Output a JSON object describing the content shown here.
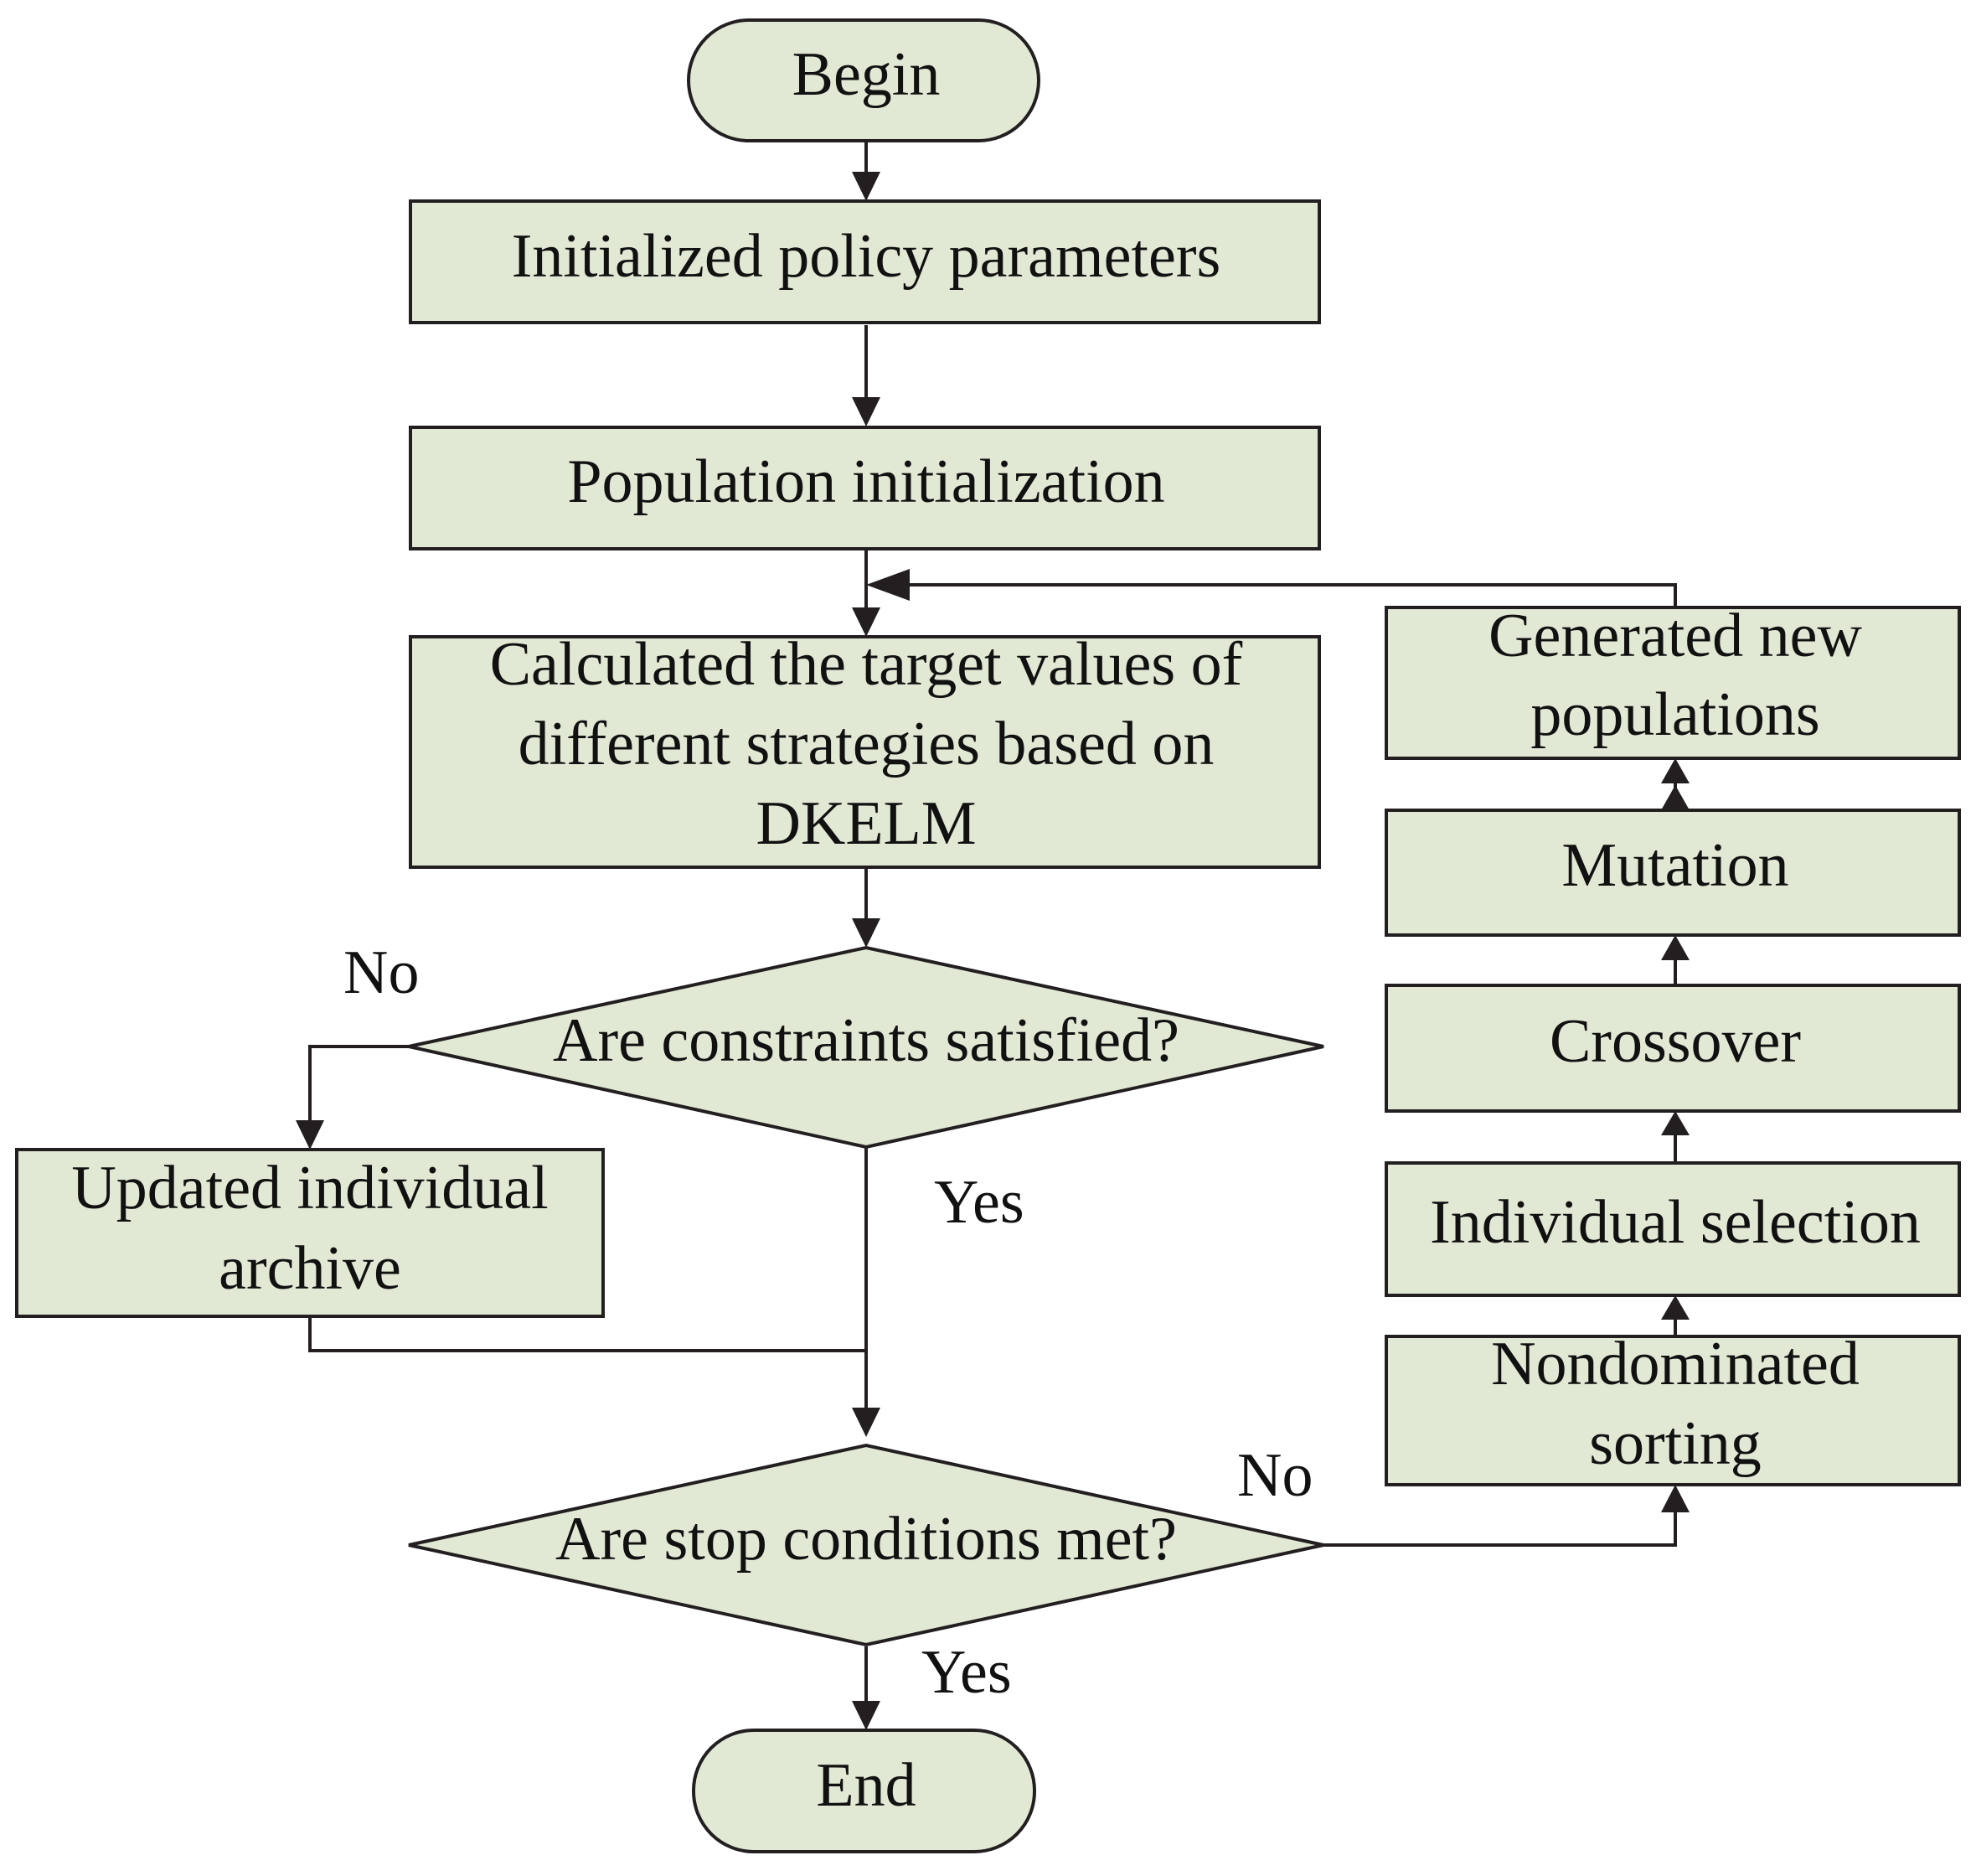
{
  "colors": {
    "fill": "#e1e8d4",
    "stroke": "#231f20",
    "text": "#111111"
  },
  "nodes": {
    "begin": "Begin",
    "init_params": "Initialized policy parameters",
    "pop_init": "Population initialization",
    "calc": [
      "Calculated the target values of",
      "different strategies  based on",
      "DKELM"
    ],
    "constraints": "Are constraints satisfied?",
    "update_archive": [
      "Updated individual",
      "archive"
    ],
    "stop": "Are stop conditions met?",
    "end": "End",
    "nondominated": [
      "Nondominated",
      "sorting"
    ],
    "selection": "Individual selection",
    "crossover": "Crossover",
    "mutation": "Mutation",
    "new_pop": [
      "Generated new",
      "populations"
    ]
  },
  "labels": {
    "constraints_no": "No",
    "constraints_yes": "Yes",
    "stop_no": "No",
    "stop_yes": "Yes"
  }
}
